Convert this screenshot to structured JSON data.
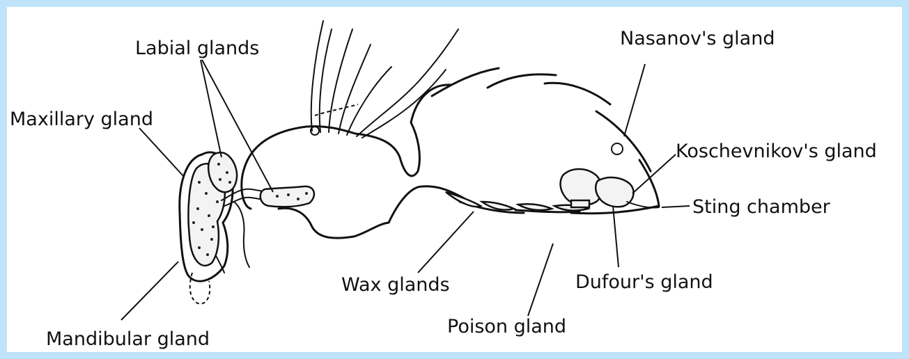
{
  "figure": {
    "frame_color": "#bfe3f8",
    "background_color": "#ffffff",
    "labels": {
      "labial_glands": "Labial glands",
      "maxillary_gland": "Maxillary gland",
      "mandibular_gland": "Mandibular gland",
      "nasanovs_gland": "Nasanov's gland",
      "koschevnikovs_gland": "Koschevnikov's gland",
      "sting_chamber": "Sting chamber",
      "wax_glands": "Wax glands",
      "dufours_gland": "Dufour's gland",
      "poison_gland": "Poison gland"
    }
  }
}
